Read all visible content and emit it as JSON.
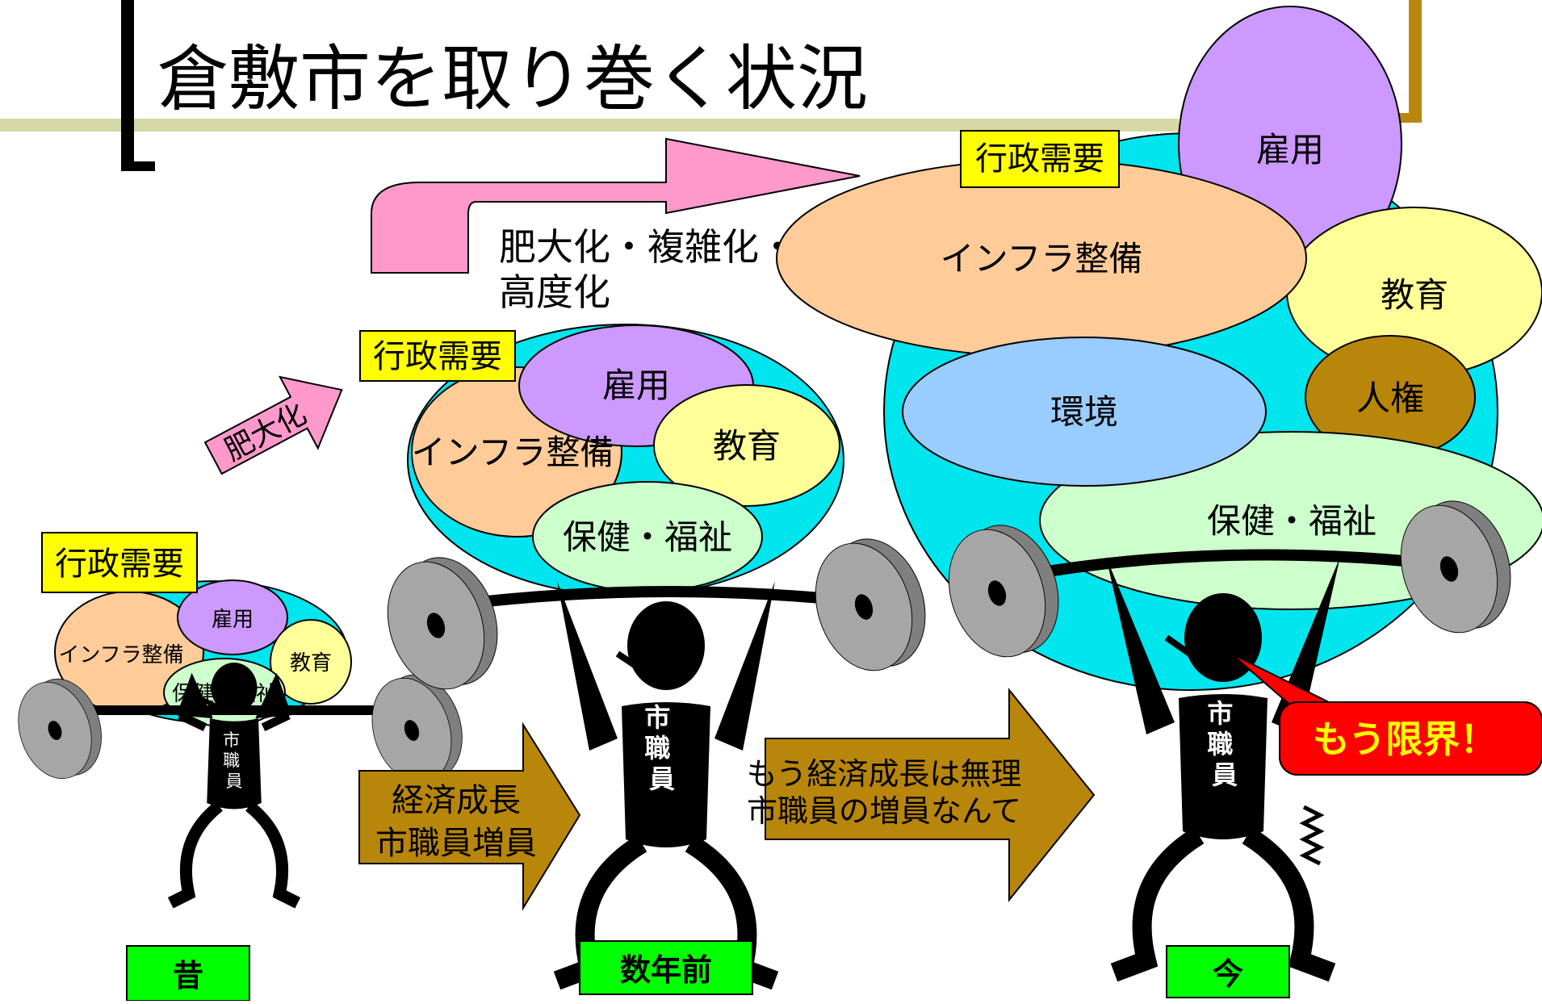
{
  "title": "倉敷市を取り巻く状況",
  "demand_label": "行政需要",
  "figure_label": "市職員",
  "categories": {
    "employment": "雇用",
    "infrastructure": "インフラ整備",
    "education": "教育",
    "health_welfare": "保健・福祉",
    "environment": "環境",
    "human_rights": "人権"
  },
  "growth_arrow_small": "肥大化",
  "growth_text": {
    "line1": "肥大化・複雑化・",
    "line2": "高度化"
  },
  "transition_1": {
    "line1": "経済成長",
    "line2": "市職員増員"
  },
  "transition_2": {
    "line1": "もう経済成長は無理",
    "line2": "市職員の増員なんて"
  },
  "limit_callout": "もう限界！",
  "eras": {
    "past": "昔",
    "few_years_ago": "数年前",
    "now": "今"
  },
  "colors": {
    "demand_bg": "#00e5ee",
    "employment": "#cc99ff",
    "infrastructure": "#ffcc99",
    "education": "#ffff99",
    "health_welfare": "#ccffcc",
    "environment": "#99ccff",
    "human_rights": "#b8860b",
    "label_yellow": "#ffff00",
    "era_green": "#00ff00",
    "transition_arrow": "#b8860b",
    "growth_arrow": "#ff99cc",
    "callout_red": "#ff0000",
    "plate_gray": "#a6a6a6",
    "title_bar": "#d6d8a6"
  }
}
